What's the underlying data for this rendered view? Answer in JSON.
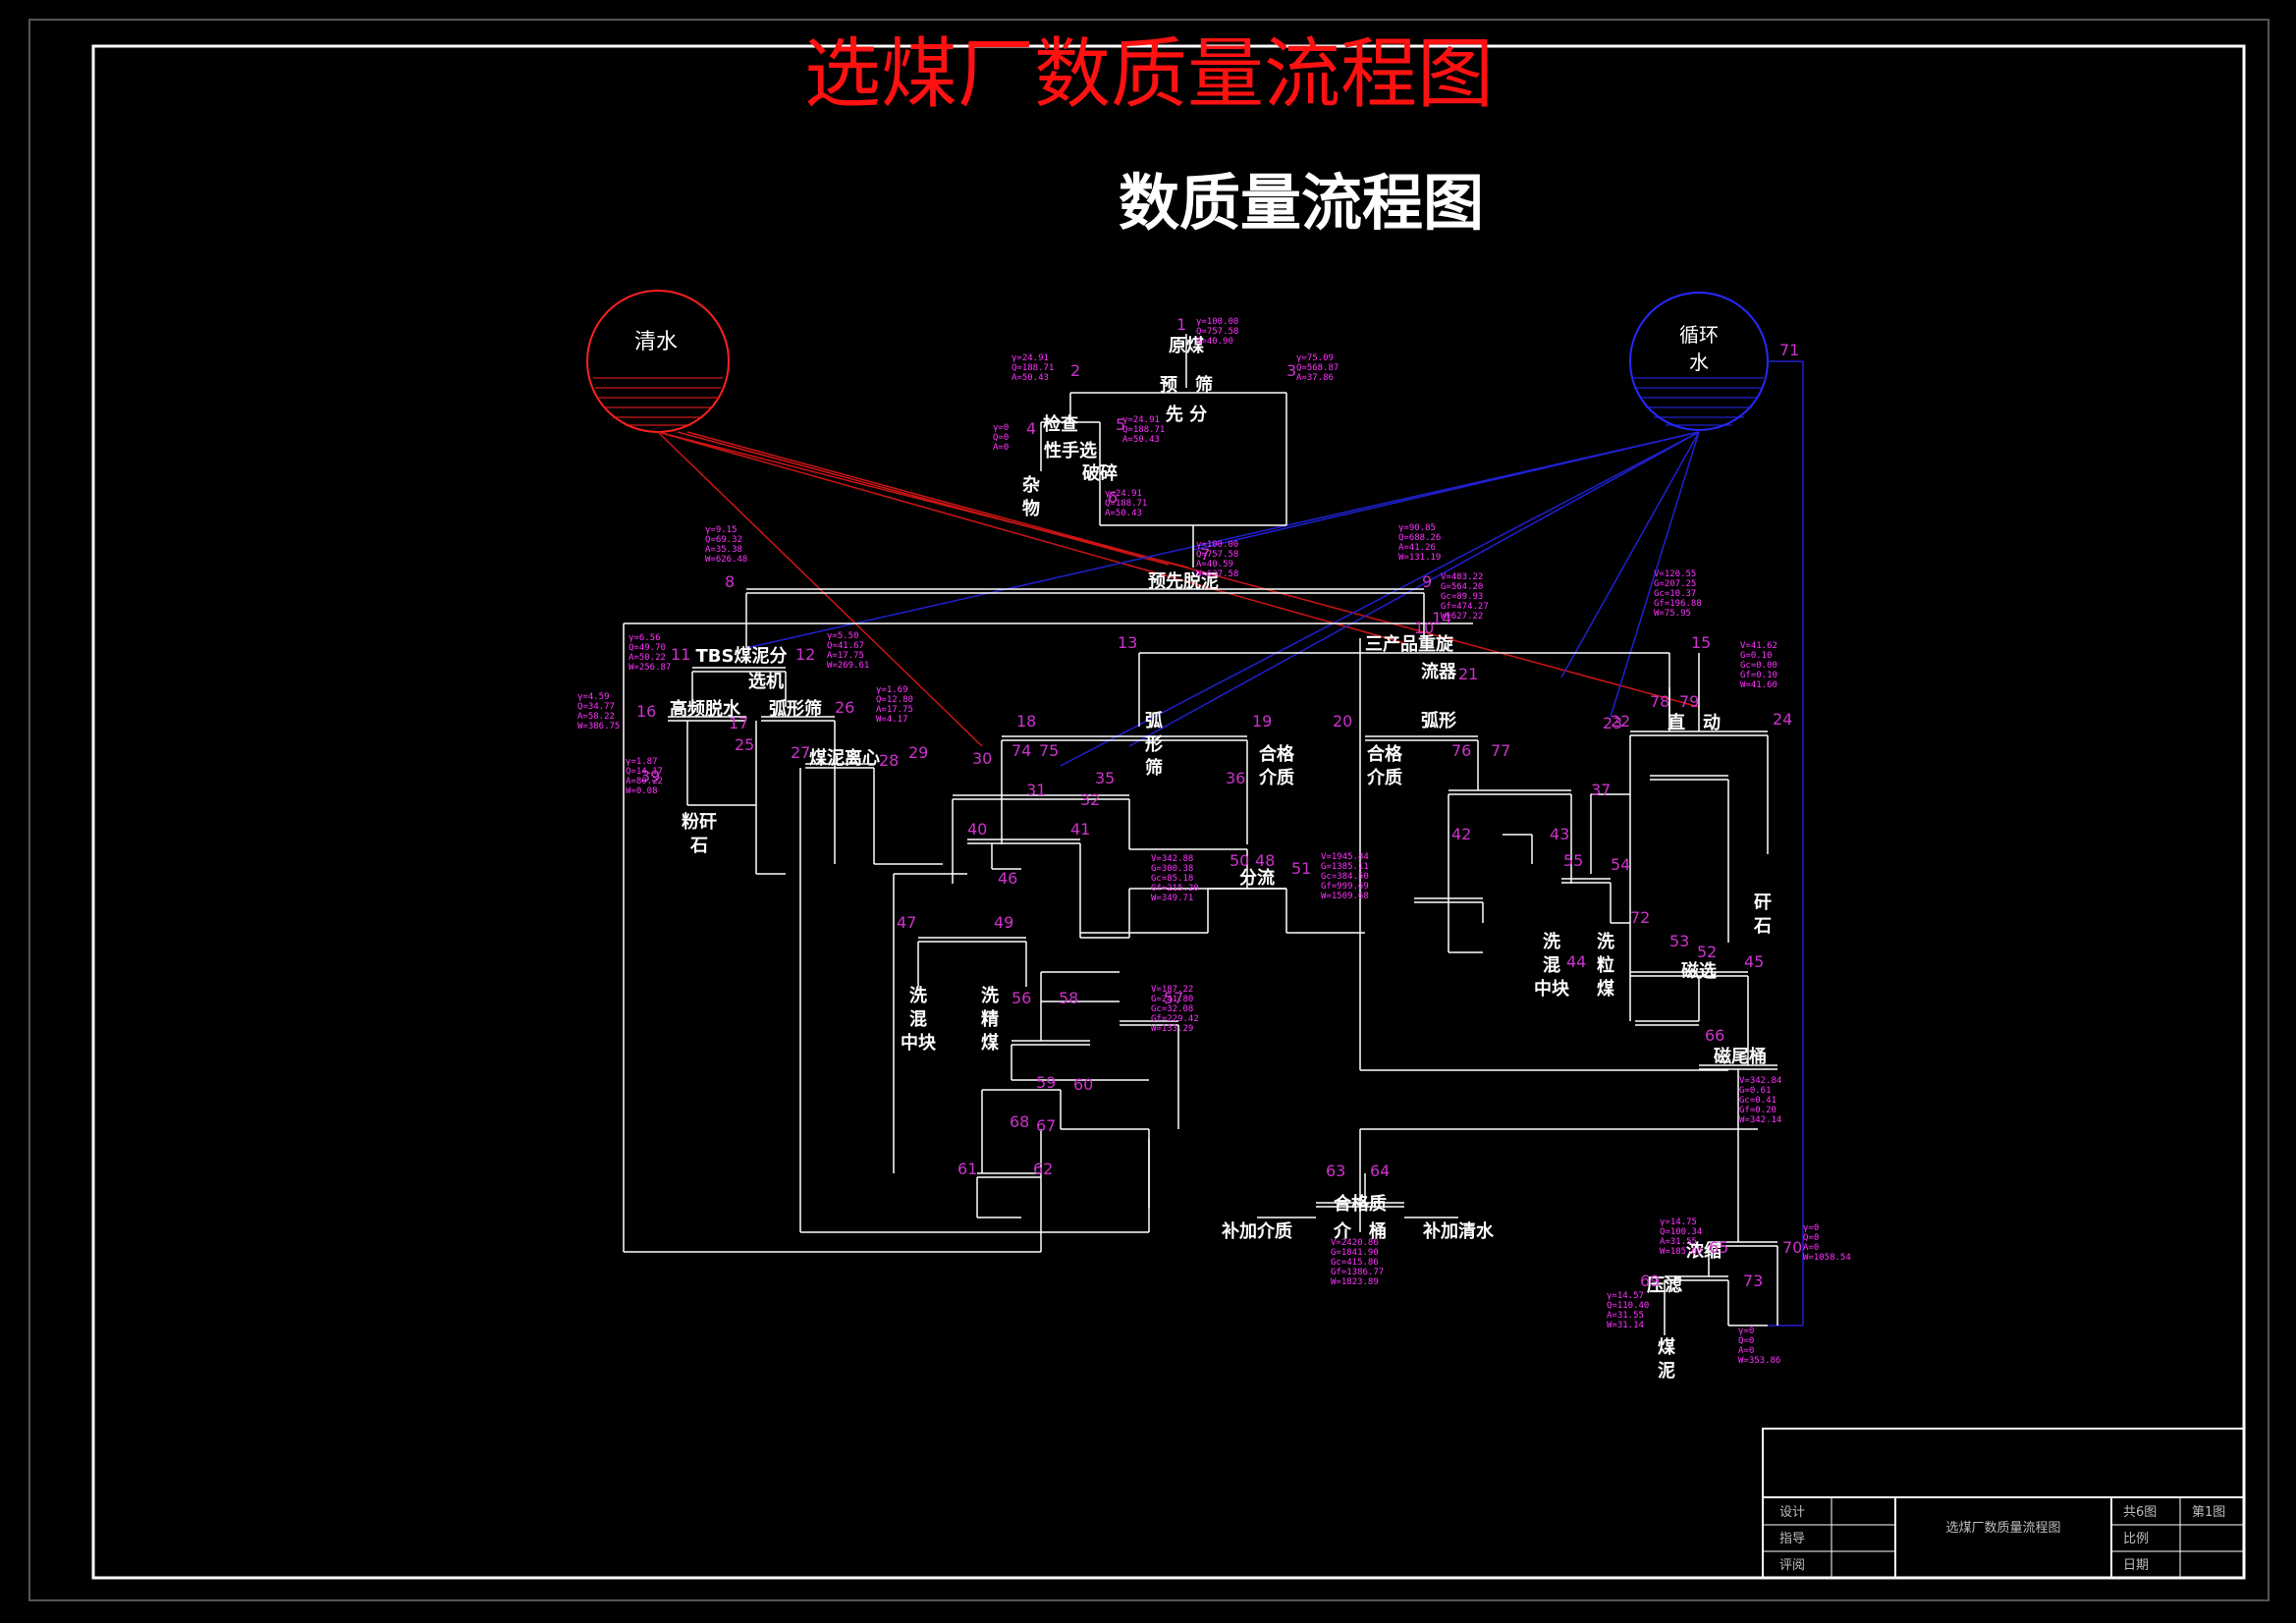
{
  "title_red": "选煤厂数质量流程图",
  "title_white": "数质量流程图",
  "tanks": {
    "clear_water": "清水",
    "circulating_water": [
      "循环",
      "水"
    ],
    "circulating_water_num": "71"
  },
  "colors": {
    "white": "#ffffff",
    "magenta": "#ff33ff",
    "purple": "#cc33cc",
    "red": "#ff2020",
    "blue": "#2828ff",
    "title_red": "#ff1111"
  },
  "nodes": [
    {
      "key": "raw",
      "label": "原煤",
      "num": "1"
    },
    {
      "key": "pre_screen",
      "label": "预　筛",
      "num": ""
    },
    {
      "key": "pre_screen2",
      "label": "先 分",
      "num": ""
    },
    {
      "key": "hand_pick",
      "label": "检查",
      "num": "4"
    },
    {
      "key": "hand_pick2",
      "label": "性手选",
      "num": ""
    },
    {
      "key": "crush",
      "label": "破碎",
      "num": "6"
    },
    {
      "key": "impurity",
      "label": "杂\n物",
      "num": ""
    },
    {
      "key": "desliming",
      "label": "预先脱泥",
      "num": "7"
    },
    {
      "key": "tbs",
      "label": "TBS煤泥分",
      "num": "11"
    },
    {
      "key": "tbs2",
      "label": "选机",
      "num": "12"
    },
    {
      "key": "three_cyclone",
      "label": "三产品重旋",
      "num": "10"
    },
    {
      "key": "three_cyclone2",
      "label": "流器",
      "num": ""
    },
    {
      "key": "hf",
      "label": "高频脱水",
      "num": "16"
    },
    {
      "key": "arc",
      "label": "弧形筛",
      "num": "26"
    },
    {
      "key": "coarse_centrifuge",
      "label": "煤泥离心",
      "num": "28"
    },
    {
      "key": "arc_screen",
      "label": "弧\n形\n筛",
      "num": "18"
    },
    {
      "key": "qualified",
      "label": "合格\n介质",
      "num": "19"
    },
    {
      "key": "qualified2",
      "label": "合格\n介质",
      "num": "20"
    },
    {
      "key": "arc2",
      "label": "弧形",
      "num": "22"
    },
    {
      "key": "direct",
      "label": "直　动",
      "num": "24"
    },
    {
      "key": "split",
      "label": "分流",
      "num": "48"
    },
    {
      "key": "qualified_bucket",
      "label": "合格质",
      "num": "63"
    },
    {
      "key": "qualified_bucket2",
      "label": "介　桶",
      "num": "64"
    },
    {
      "key": "add_medium",
      "label": "补加介质",
      "num": ""
    },
    {
      "key": "add_water",
      "label": "补加清水",
      "num": ""
    },
    {
      "key": "thicken",
      "label": "浓缩",
      "num": "65"
    },
    {
      "key": "press",
      "label": "压滤",
      "num": "69"
    },
    {
      "key": "slime",
      "label": "煤\n泥",
      "num": ""
    },
    {
      "key": "gangue",
      "label": "矸\n石",
      "num": ""
    },
    {
      "key": "powder_gangue",
      "label": "粉矸\n石",
      "num": ""
    },
    {
      "key": "mag_sep",
      "label": "磁选",
      "num": "53"
    },
    {
      "key": "mag_tail",
      "label": "磁尾桶",
      "num": "66"
    },
    {
      "key": "clean_coal",
      "label": "洗\n精\n煤",
      "num": ""
    },
    {
      "key": "mid",
      "label": "洗\n混\n中块",
      "num": ""
    },
    {
      "key": "mid2",
      "label": "洗\n混\n中块",
      "num": ""
    },
    {
      "key": "granular",
      "label": "洗\n粒\n煤",
      "num": ""
    }
  ],
  "flow_numbers": [
    "2",
    "3",
    "5",
    "8",
    "9",
    "13",
    "14",
    "15",
    "17",
    "21",
    "23",
    "25",
    "27",
    "29",
    "30",
    "31",
    "32",
    "35",
    "36",
    "37",
    "39",
    "40",
    "41",
    "42",
    "43",
    "44",
    "45",
    "46",
    "47",
    "49",
    "50",
    "51",
    "52",
    "54",
    "55",
    "56",
    "57",
    "58",
    "59",
    "60",
    "61",
    "62",
    "67",
    "68",
    "70",
    "72",
    "73",
    "74",
    "75",
    "76",
    "77",
    "78",
    "79"
  ],
  "data_labels": [
    [
      "γ=100.00",
      "Q=757.58",
      "A=40.90"
    ],
    [
      "γ=24.91",
      "Q=188.71",
      "A=50.43"
    ],
    [
      "γ=75.09",
      "Q=568.87",
      "A=37.86"
    ],
    [
      "γ=0",
      "Q=0",
      "A=0"
    ],
    [
      "γ=24.91",
      "Q=188.71",
      "A=50.43"
    ],
    [
      "γ=24.91",
      "Q=188.71",
      "A=50.43"
    ],
    [
      "γ=9.15",
      "Q=69.32",
      "A=35.38",
      "W=626.48"
    ],
    [
      "γ=100.00",
      "Q=757.58",
      "A=40.59",
      "W=637.58"
    ],
    [
      "γ=90.85",
      "Q=688.26",
      "A=41.26",
      "W=131.19"
    ],
    [
      "γ=6.56",
      "Q=49.70",
      "A=50.22",
      "W=256.87"
    ],
    [
      "γ=5.50",
      "Q=41.67",
      "A=17.75",
      "W=269.61"
    ],
    [
      "γ=4.59",
      "Q=34.77",
      "A=58.22",
      "W=386.75"
    ],
    [
      "γ=1.87",
      "Q=14.17",
      "A=80.22",
      "W=0.08"
    ],
    [
      "γ=1.69",
      "Q=12.80",
      "A=17.75",
      "W=4.17"
    ],
    [
      "V=483.22",
      "G=564.20",
      "Gc=89.93",
      "Gf=474.27",
      "W=627.22"
    ],
    [
      "V=120.55",
      "G=207.25",
      "Gc=10.37",
      "Gf=196.88",
      "W=75.95"
    ],
    [
      "V=41.62",
      "G=0.10",
      "Gc=0.00",
      "Gf=0.10",
      "W=41.60"
    ],
    [
      "V=1945.84",
      "G=1385.11",
      "Gc=384.50",
      "Gf=999.69",
      "W=1509.68"
    ],
    [
      "V=342.88",
      "G=300.38",
      "Gc=85.18",
      "Gf=215.20",
      "W=349.71"
    ],
    [
      "V=187.22",
      "G=241.80",
      "Gc=32.08",
      "Gf=229.42",
      "W=133.29"
    ],
    [
      "V=2420.86",
      "G=1841.90",
      "Gc=415.86",
      "Gf=1386.77",
      "W=1823.89"
    ],
    [
      "γ=14.75",
      "Q=100.34",
      "A=31.55",
      "W=185.00"
    ],
    [
      "γ=14.57",
      "Q=110.40",
      "A=31.55",
      "W=31.14"
    ],
    [
      "γ=0",
      "Q=0",
      "A=0",
      "W=1058.54"
    ],
    [
      "γ=0",
      "Q=0",
      "A=0",
      "W=353.86"
    ],
    [
      "V=342.84",
      "G=0.61",
      "Gc=0.41",
      "Gf=0.20",
      "W=342.14"
    ]
  ],
  "title_block": {
    "rows_left": [
      "设计",
      "指导",
      "评阅"
    ],
    "drawing_name": "选煤厂数质量流程图",
    "sheets_total": "共6图",
    "sheet_no": "第1图",
    "scale": "比例",
    "date": "日期"
  }
}
